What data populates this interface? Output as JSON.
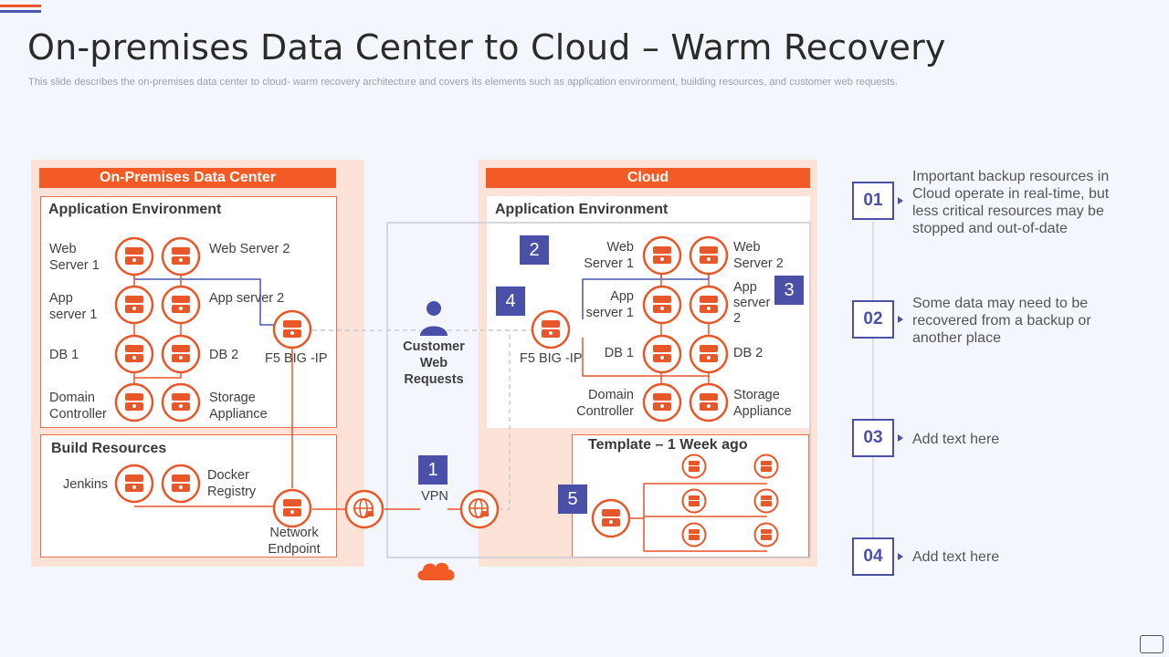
{
  "header": {
    "title": "On-premises Data Center to Cloud – Warm Recovery",
    "subtitle": "This slide describes the on-premises data center to cloud- warm recovery architecture and covers its elements such as application environment, building resources, and customer web requests."
  },
  "colors": {
    "accent": "#f35b26",
    "panel": "#fde2d8",
    "badge": "#4a4fa8"
  },
  "onprem": {
    "header": "On-Premises Data Center",
    "app_env_title": "Application Environment",
    "web_server_1": "Web\nServer 1",
    "web_server_2": "Web Server 2",
    "app_server_1": "App\nserver 1",
    "app_server_2": "App server 2",
    "db_1": "DB 1",
    "db_2": "DB 2",
    "domain_controller": "Domain\nController",
    "storage_appliance": "Storage\nAppliance",
    "f5": "F5 BIG -IP",
    "build_title": "Build Resources",
    "jenkins": "Jenkins",
    "docker": "Docker\nRegistry",
    "network_endpoint": "Network\nEndpoint"
  },
  "middle": {
    "customer": "Customer\nWeb\nRequests",
    "vpn": "VPN"
  },
  "cloud": {
    "header": "Cloud",
    "app_env_title": "Application Environment",
    "web_server_1": "Web\nServer 1",
    "web_server_2": "Web\nServer 2",
    "app_server_1": "App\nserver 1",
    "app_server_2": "App\nserver\n2",
    "db_1": "DB 1",
    "db_2": "DB 2",
    "domain_controller": "Domain\nController",
    "storage_appliance": "Storage\nAppliance",
    "f5": "F5 BIG -IP",
    "template_title": "Template – 1 Week ago"
  },
  "badges": [
    "1",
    "2",
    "3",
    "4",
    "5"
  ],
  "steps": [
    {
      "num": "01",
      "text": "Important backup resources in Cloud operate in real-time, but less critical resources may be stopped and out-of-date"
    },
    {
      "num": "02",
      "text": "Some data may need to be recovered from a backup or another place"
    },
    {
      "num": "03",
      "text": "Add text here"
    },
    {
      "num": "04",
      "text": "Add text here"
    }
  ]
}
